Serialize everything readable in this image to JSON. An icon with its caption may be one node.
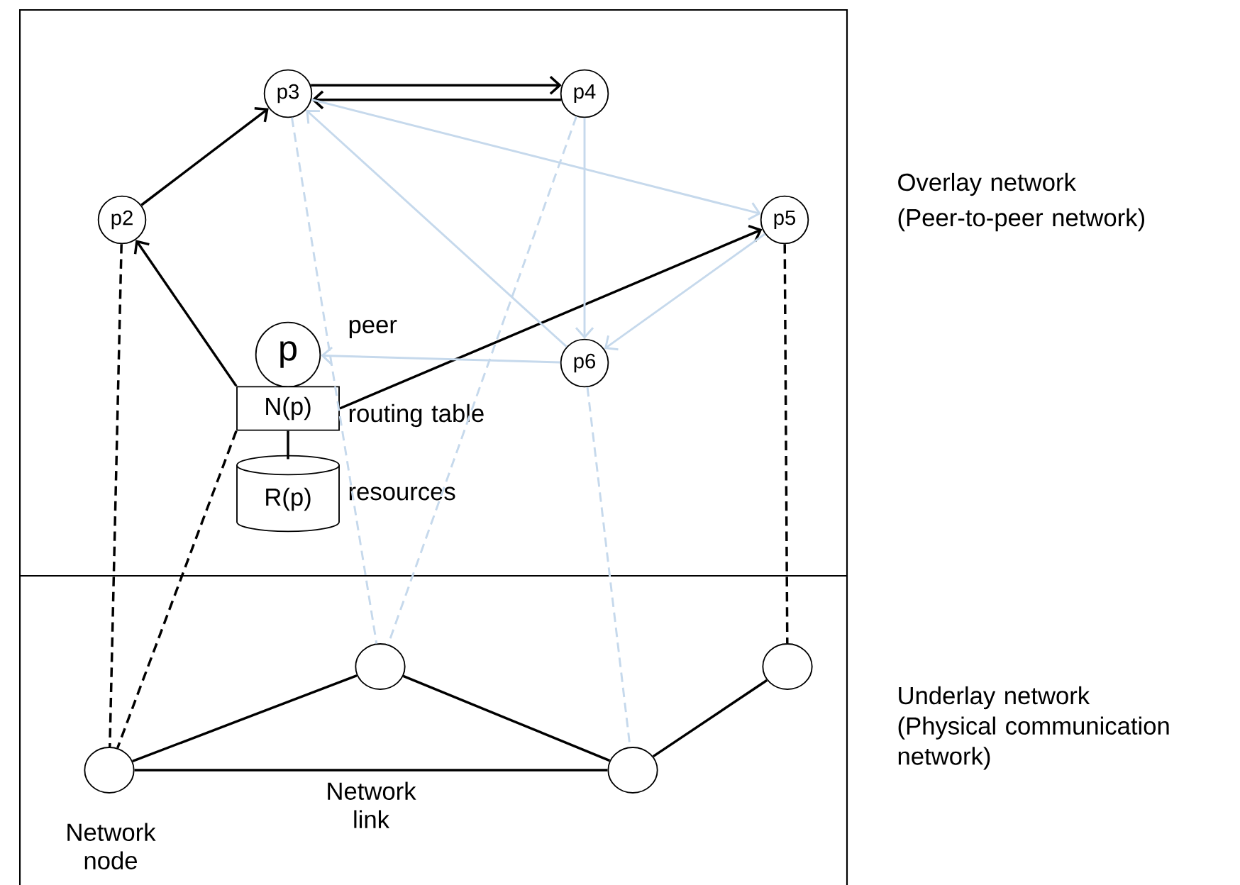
{
  "diagram": {
    "nodes": [
      {
        "text": [
          "p3"
        ]
      },
      {
        "text": [
          "p4"
        ]
      },
      {
        "text": [
          "p2"
        ]
      },
      {
        "text": [
          "p5"
        ]
      },
      {
        "text": [
          "p"
        ],
        "beside": [
          "peer"
        ]
      },
      {
        "text": [
          "N(p)"
        ],
        "beside": [
          "routing table"
        ]
      },
      {
        "text": [
          "p6"
        ]
      },
      {
        "text": [
          "R(p)"
        ],
        "beside": [
          "resources"
        ]
      },
      {
        "text": [],
        "shape": "circle",
        "beside": [
          "Network node"
        ]
      },
      {
        "text": [],
        "shape": "circle"
      },
      {
        "text": [],
        "shape": "circle"
      },
      {
        "text": [],
        "shape": "circle"
      }
    ],
    "edges": [
      {
        "from": 0,
        "to": 1,
        "arrow": "to"
      },
      {
        "from": 1,
        "to": 0,
        "arrow": "to"
      },
      {
        "from": 2,
        "to": 0,
        "arrow": "to"
      },
      {
        "from": 5,
        "to": 2,
        "arrow": "to"
      },
      {
        "from": 5,
        "to": 3,
        "arrow": "to"
      },
      {
        "from": 5,
        "to": 7,
        "arrow": "none"
      },
      {
        "from": 0,
        "to": 3,
        "arrow": "to",
        "color": "#c6d9ec"
      },
      {
        "from": 6,
        "to": 0,
        "arrow": "to",
        "color": "#c6d9ec"
      },
      {
        "from": 1,
        "to": 6,
        "arrow": "to",
        "color": "#c6d9ec"
      },
      {
        "from": 3,
        "to": 6,
        "arrow": "to",
        "color": "#c6d9ec"
      },
      {
        "from": 6,
        "to": 4,
        "arrow": "to",
        "color": "#c6d9ec"
      },
      {
        "from": 0,
        "to": 9,
        "arrow": "none",
        "style": "dashed",
        "color": "#c6d9ec"
      },
      {
        "from": 1,
        "to": 9,
        "arrow": "none",
        "style": "dashed",
        "color": "#c6d9ec"
      },
      {
        "from": 6,
        "to": 10,
        "arrow": "none",
        "style": "dashed",
        "color": "#c6d9ec"
      },
      {
        "from": 2,
        "to": 8,
        "arrow": "none",
        "style": "dashed"
      },
      {
        "from": 5,
        "to": 8,
        "arrow": "none",
        "style": "dashed"
      },
      {
        "from": 3,
        "to": 11,
        "arrow": "none",
        "style": "dashed"
      },
      {
        "from": 8,
        "to": 9,
        "arrow": "none"
      },
      {
        "from": 9,
        "to": 10,
        "arrow": "none"
      },
      {
        "from": 8,
        "to": 10,
        "arrow": "none",
        "label": "Network link"
      },
      {
        "from": 10,
        "to": 11,
        "arrow": "none"
      }
    ],
    "labels": [
      "Overlay network",
      "(Peer-to-peer network)",
      "Underlay network",
      "(Physical communication network)"
    ]
  }
}
